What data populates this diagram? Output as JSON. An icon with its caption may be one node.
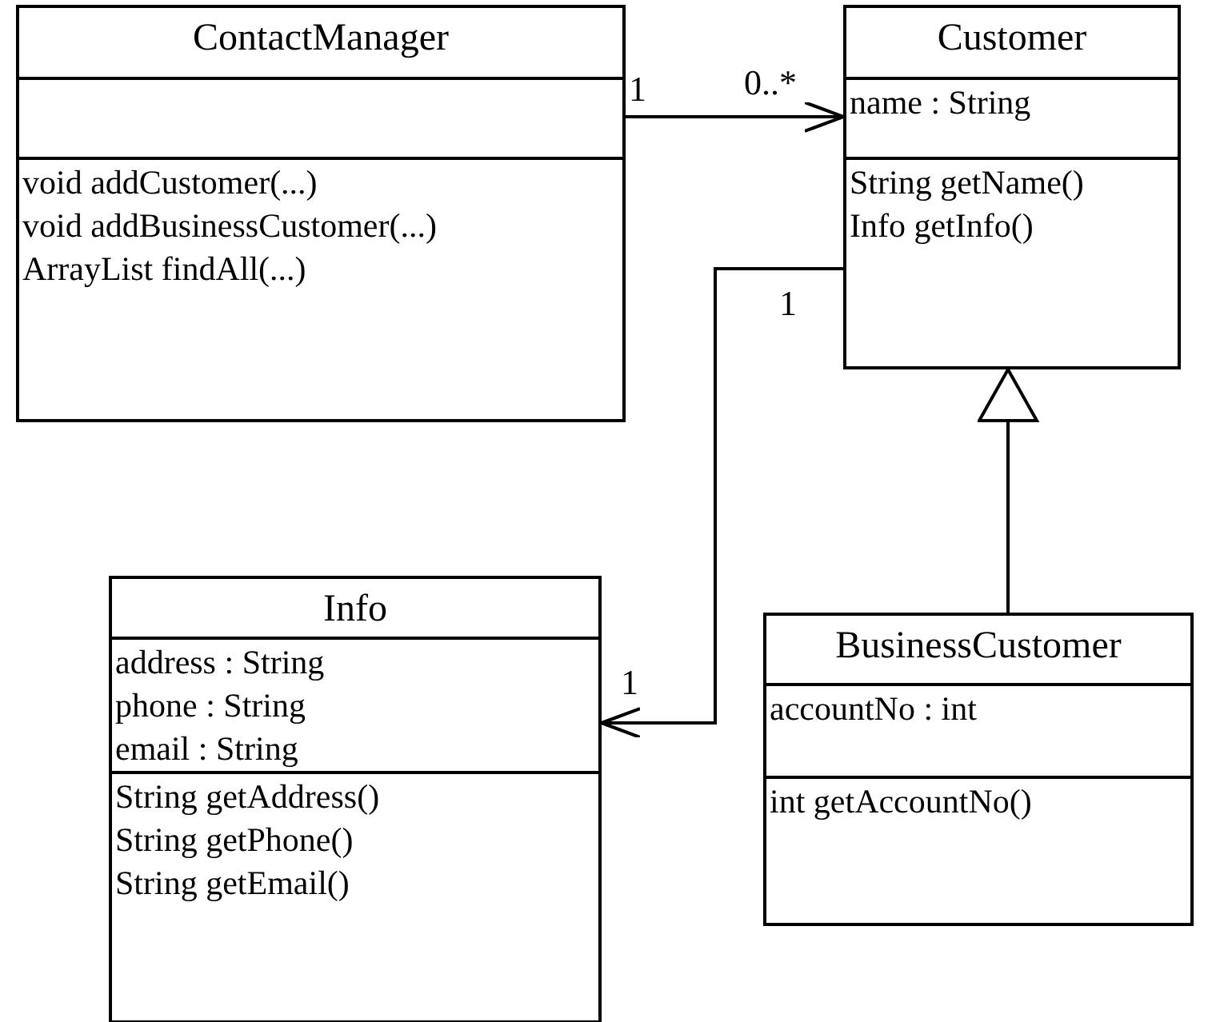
{
  "diagram": {
    "nodes": [
      {
        "text": [
          "ContactManager"
        ]
      },
      {
        "text": [],
        "shape": "box",
        "in": 0
      },
      {
        "text": [
          "void addCustomer(...)",
          "void addBusinessCustomer(...)",
          "ArrayList findAll(...)"
        ],
        "in": 0
      },
      {
        "text": [
          "Customer"
        ]
      },
      {
        "text": [
          "name : String"
        ],
        "in": 3
      },
      {
        "text": [
          "String getName()",
          "Info getInfo()"
        ],
        "in": 3
      },
      {
        "text": [
          "Info"
        ]
      },
      {
        "text": [
          "address : String",
          "phone : String",
          "email : String"
        ],
        "in": 6
      },
      {
        "text": [
          "String getAddress()",
          "String getPhone()",
          "String getEmail()"
        ],
        "in": 6
      },
      {
        "text": [
          "BusinessCustomer"
        ]
      },
      {
        "text": [
          "accountNo : int"
        ],
        "in": 9
      },
      {
        "text": [
          "int getAccountNo()"
        ],
        "in": 9
      }
    ],
    "edges": [
      {
        "from": 0,
        "to": 3,
        "arrow": "to"
      },
      {
        "from": 3,
        "to": 6,
        "arrow": "to"
      },
      {
        "from": 9,
        "to": 3,
        "arrow": "to"
      }
    ],
    "labels": [
      "1",
      "0..*",
      "1",
      "1"
    ]
  }
}
